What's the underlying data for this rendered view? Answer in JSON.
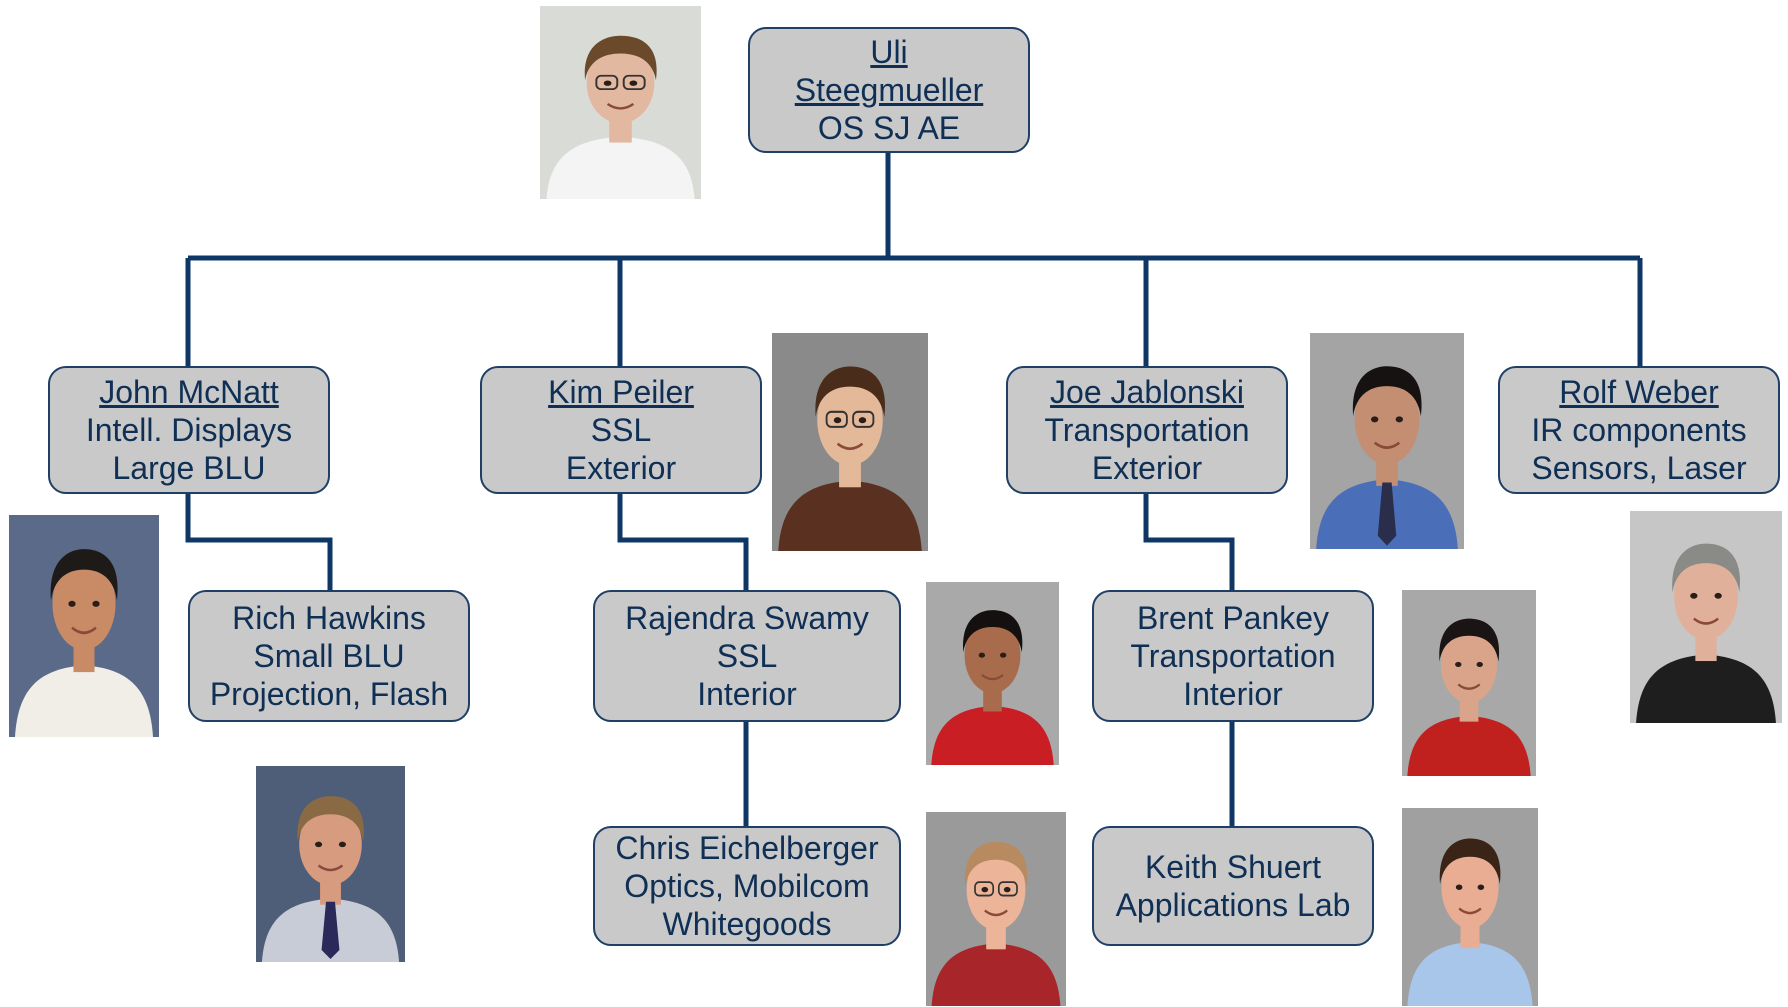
{
  "colors": {
    "connector": "#0f3766",
    "box_fill": "#c9c9c9",
    "box_border": "#1f3f66",
    "text": "#0f2f55"
  },
  "nodes": {
    "steegmueller": {
      "lines": [
        "Uli",
        "Steegmueller",
        "OS SJ AE"
      ]
    },
    "mcnatt": {
      "lines": [
        "John McNatt",
        "Intell. Displays",
        "Large BLU"
      ]
    },
    "peiler": {
      "lines": [
        "Kim Peiler",
        "SSL",
        "Exterior"
      ]
    },
    "jablonski": {
      "lines": [
        "Joe Jablonski",
        "Transportation",
        "Exterior"
      ]
    },
    "weber": {
      "lines": [
        "Rolf Weber",
        "IR components",
        "Sensors, Laser"
      ]
    },
    "hawkins": {
      "lines": [
        "Rich Hawkins",
        "Small BLU",
        "Projection, Flash"
      ]
    },
    "swamy": {
      "lines": [
        "Rajendra Swamy",
        "SSL",
        "Interior"
      ]
    },
    "pankey": {
      "lines": [
        "Brent Pankey",
        "Transportation",
        "Interior"
      ]
    },
    "eichelberger": {
      "lines": [
        "Chris Eichelberger",
        "Optics, Mobilcom",
        "Whitegoods"
      ]
    },
    "shuert": {
      "lines": [
        "Keith Shuert",
        "Applications Lab"
      ]
    }
  },
  "photos": {
    "steegmueller": {
      "bg": "#d9dcd6",
      "hair": "#6b4a2c",
      "skin": "#e2b8a0",
      "shirt": "#f4f4f4",
      "glasses": true
    },
    "mcnatt": {
      "bg": "#5b6a88",
      "hair": "#1e1a18",
      "skin": "#c98a66",
      "shirt": "#f1eee8"
    },
    "hawkins": {
      "bg": "#4e5e78",
      "hair": "#8a6a45",
      "skin": "#d79b80",
      "shirt": "#c8ccd6",
      "tie": "#2a2a5a"
    },
    "peiler": {
      "bg": "#8a8a8a",
      "hair": "#4a2c1a",
      "skin": "#e4b99a",
      "shirt": "#5a3020",
      "glasses": true
    },
    "swamy": {
      "bg": "#a9a9a9",
      "hair": "#151010",
      "skin": "#a86c4c",
      "shirt": "#c81e24"
    },
    "eichelberger": {
      "bg": "#9a9a9a",
      "hair": "#b88a60",
      "skin": "#ecb59a",
      "shirt": "#a8262a",
      "glasses": true
    },
    "jablonski": {
      "bg": "#a4a4a4",
      "hair": "#161212",
      "skin": "#c48e72",
      "shirt": "#4a6eb8",
      "tie": "#2a2e4a"
    },
    "pankey": {
      "bg": "#a8a8a8",
      "hair": "#1a1414",
      "skin": "#d9a48a",
      "shirt": "#c0201e"
    },
    "shuert": {
      "bg": "#a0a0a0",
      "hair": "#3a2418",
      "skin": "#e8ad92",
      "shirt": "#a8c6ea"
    },
    "weber": {
      "bg": "#c6c6c6",
      "hair": "#8a8a86",
      "skin": "#e0b09a",
      "shirt": "#1e1e1e"
    }
  }
}
